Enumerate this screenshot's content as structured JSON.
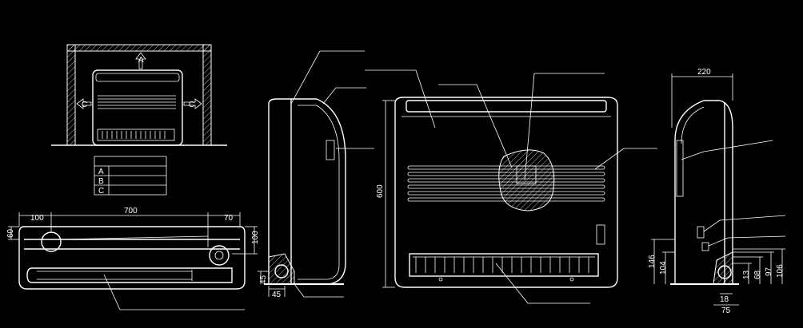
{
  "clearance_table": {
    "rows": [
      {
        "label": "A"
      },
      {
        "label": "B"
      },
      {
        "label": "C"
      }
    ]
  },
  "clearance_labels": {
    "top": "A",
    "left": "C",
    "right": "C"
  },
  "dimensions": {
    "width_total": "700",
    "left_offset": "100",
    "right_offset": "70",
    "depth_left": "60",
    "height_right": "100",
    "height_front": "600",
    "side_width": "220",
    "bottom_h1": "45",
    "bottom_w1": "45",
    "right_146": "146",
    "right_104": "104",
    "right_13": "13",
    "right_68": "68",
    "right_97": "97",
    "right_106": "106",
    "right_18": "18",
    "right_75": "75"
  }
}
